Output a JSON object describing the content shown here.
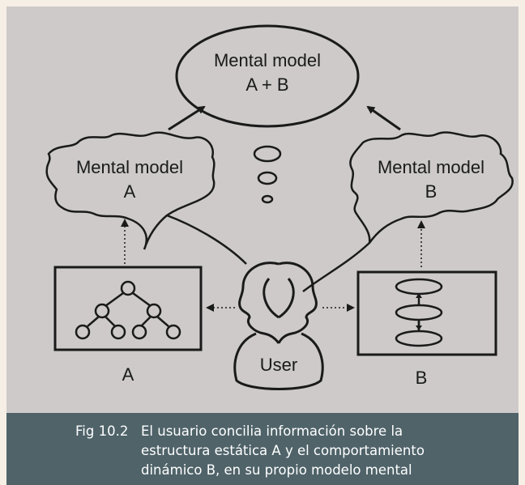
{
  "diagram": {
    "merged_model": {
      "line1": "Mental model",
      "line2": "A + B"
    },
    "model_a": {
      "line1": "Mental model",
      "line2": "A"
    },
    "model_b": {
      "line1": "Mental model",
      "line2": "B"
    },
    "system_a_label": "A",
    "system_b_label": "B",
    "user_label": "User"
  },
  "caption": {
    "fig_number": "Fig 10.2",
    "line1": "El usuario concilia información sobre la",
    "line2": "estructura estática A y el comportamiento",
    "line3": "dinámico B, en su propio modelo mental"
  },
  "colors": {
    "photo_background": "#cdcac9",
    "caption_background": "#4f6369",
    "caption_text": "#ffffff",
    "page_background": "#f5efe6",
    "ink": "#1a1a1a"
  }
}
